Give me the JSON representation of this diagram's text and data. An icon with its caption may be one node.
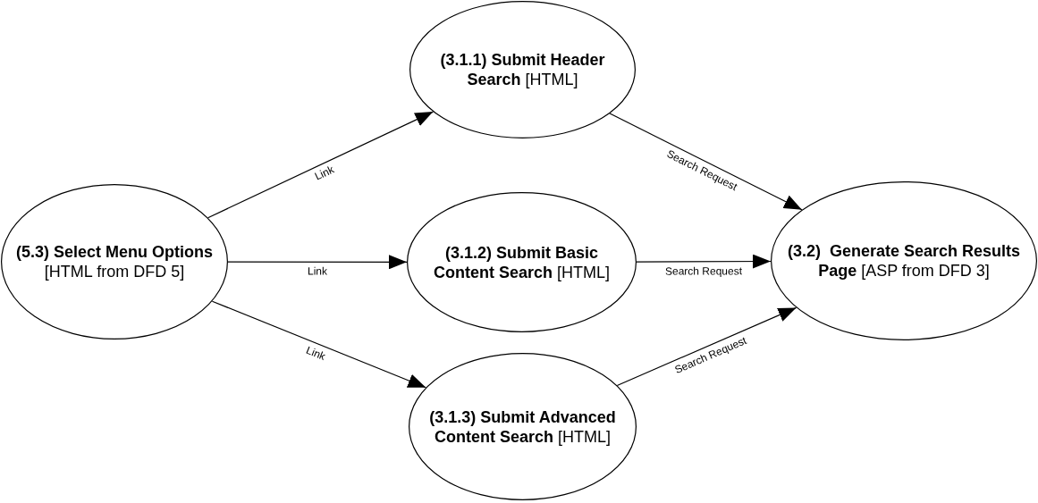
{
  "diagram": {
    "nodes": [
      {
        "text": [
          "**(5.3) Select Menu Options** [HTML from DFD 5]"
        ]
      },
      {
        "text": [
          "**(3.1.1) Submit Header  Search** [HTML]"
        ]
      },
      {
        "text": [
          "**(3.1.2) Submit Basic Content Search** [HTML]"
        ]
      },
      {
        "text": [
          "**(3.1.3) Submit Advanced Content Search** [HTML]"
        ]
      },
      {
        "text": [
          "**(3.2)  Generate Search Results Page** [ASP from DFD 3]"
        ]
      }
    ],
    "edges": [
      {
        "from": 0,
        "to": 1,
        "arrow": "to",
        "label": "Link"
      },
      {
        "from": 0,
        "to": 2,
        "arrow": "to",
        "label": "Link"
      },
      {
        "from": 0,
        "to": 3,
        "arrow": "to",
        "label": "Link"
      },
      {
        "from": 1,
        "to": 4,
        "arrow": "to",
        "label": "Search Request"
      },
      {
        "from": 2,
        "to": 4,
        "arrow": "to",
        "label": "Search Request"
      },
      {
        "from": 3,
        "to": 4,
        "arrow": "to",
        "label": "Search Request"
      }
    ]
  }
}
